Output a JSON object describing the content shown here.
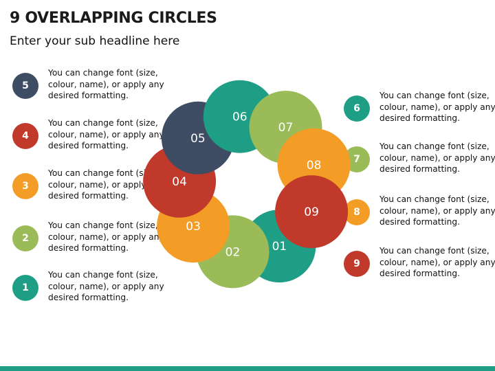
{
  "header": {
    "title": "9 OVERLAPPING CIRCLES",
    "subtitle": "Enter your sub headline here"
  },
  "colors": {
    "teal": "#1f9e86",
    "green": "#9bbb59",
    "orange": "#f39c26",
    "red": "#c0392b",
    "navy": "#3e4d63",
    "bar": "#1f9e86"
  },
  "items": [
    {
      "num": "1",
      "text": "You can change font (size, colour, name), or apply any desired formatting.",
      "color": "#1f9e86"
    },
    {
      "num": "2",
      "text": "You can change font (size, colour, name), or apply any desired formatting.",
      "color": "#9bbb59"
    },
    {
      "num": "3",
      "text": "You can change font (size, colour, name), or apply any desired formatting.",
      "color": "#f39c26"
    },
    {
      "num": "4",
      "text": "You can change font (size, colour, name), or apply any desired formatting.",
      "color": "#c0392b"
    },
    {
      "num": "5",
      "text": "You can change font (size, colour, name), or apply any desired formatting.",
      "color": "#3e4d63"
    },
    {
      "num": "6",
      "text": "You can change font (size, colour, name), or apply any desired formatting.",
      "color": "#1f9e86"
    },
    {
      "num": "7",
      "text": "You can change font (size, colour, name), or apply any desired formatting.",
      "color": "#9bbb59"
    },
    {
      "num": "8",
      "text": "You can change font (size, colour, name), or apply any desired formatting.",
      "color": "#f39c26"
    },
    {
      "num": "9",
      "text": "You can change font (size, colour, name), or apply any desired formatting.",
      "color": "#c0392b"
    }
  ],
  "circles": [
    {
      "label": "01",
      "color": "#1f9e86"
    },
    {
      "label": "02",
      "color": "#9bbb59"
    },
    {
      "label": "03",
      "color": "#f39c26"
    },
    {
      "label": "04",
      "color": "#c0392b"
    },
    {
      "label": "05",
      "color": "#3e4d63"
    },
    {
      "label": "06",
      "color": "#1f9e86"
    },
    {
      "label": "07",
      "color": "#9bbb59"
    },
    {
      "label": "08",
      "color": "#f39c26"
    },
    {
      "label": "09",
      "color": "#c0392b"
    }
  ]
}
